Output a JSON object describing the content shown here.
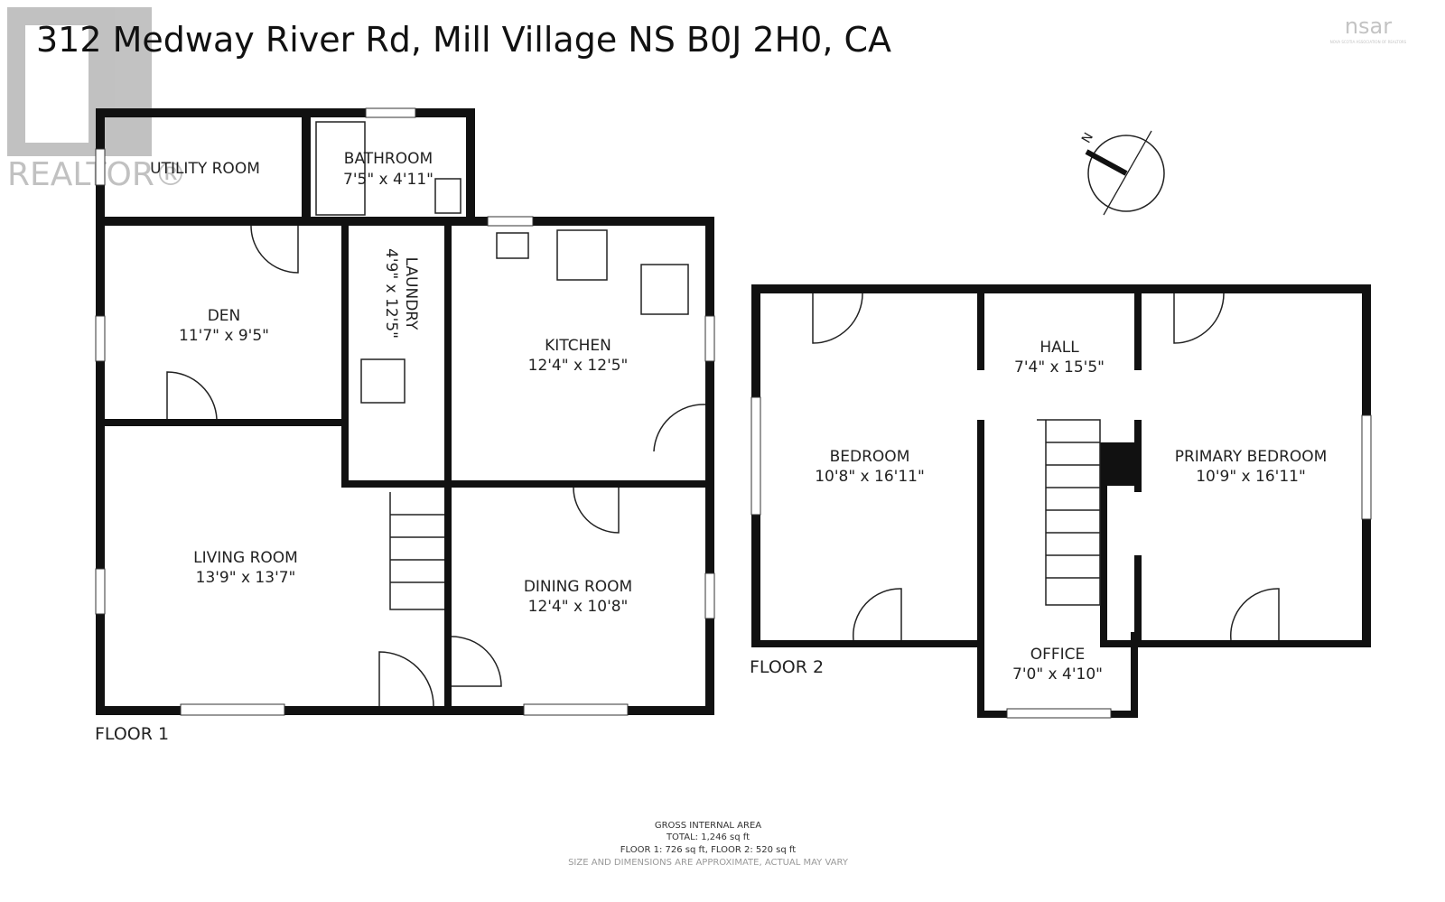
{
  "title": "312 Medway River Rd, Mill Village NS B0J 2H0, CA",
  "watermark": {
    "brand": "REALTOR®",
    "logo_text": "nsar",
    "logo_subtitle": "NOVA SCOTIA ASSOCIATION OF REALTORS"
  },
  "compass": {
    "label": "N"
  },
  "floors": [
    {
      "label": "FLOOR 1",
      "rooms": [
        {
          "name": "UTILITY ROOM",
          "size": ""
        },
        {
          "name": "BATHROOM",
          "size": "7'5\" x 4'11\""
        },
        {
          "name": "DEN",
          "size": "11'7\" x 9'5\""
        },
        {
          "name": "LAUNDRY",
          "size": "4'9\" x 12'5\""
        },
        {
          "name": "KITCHEN",
          "size": "12'4\" x 12'5\""
        },
        {
          "name": "LIVING ROOM",
          "size": "13'9\" x 13'7\""
        },
        {
          "name": "DINING ROOM",
          "size": "12'4\" x 10'8\""
        }
      ]
    },
    {
      "label": "FLOOR 2",
      "rooms": [
        {
          "name": "HALL",
          "size": "7'4\" x 15'5\""
        },
        {
          "name": "BEDROOM",
          "size": "10'8\" x 16'11\""
        },
        {
          "name": "PRIMARY BEDROOM",
          "size": "10'9\" x 16'11\""
        },
        {
          "name": "OFFICE",
          "size": "7'0\" x 4'10\""
        }
      ]
    }
  ],
  "area": {
    "heading": "GROSS INTERNAL AREA",
    "total": "TOTAL: 1,246 sq ft",
    "floors": "FLOOR 1: 726 sq ft, FLOOR 2: 520 sq ft",
    "disclaimer": "SIZE AND DIMENSIONS ARE APPROXIMATE, ACTUAL MAY VARY"
  }
}
